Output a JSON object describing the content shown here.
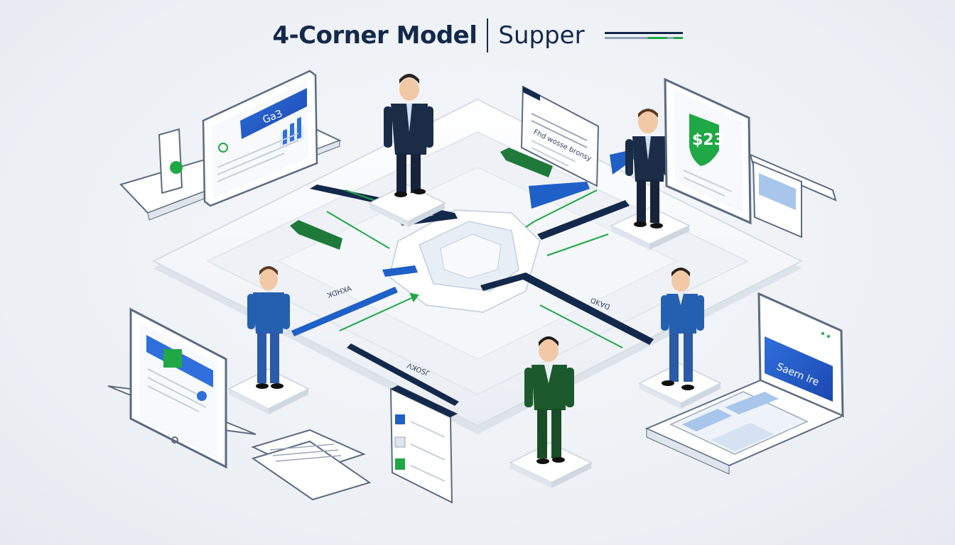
{
  "header": {
    "title_main": "4-Corner Model",
    "title_sub": "Supper"
  },
  "labels": {
    "price_badge": "$23",
    "laptop_screen": "Saern lre",
    "tablet_heading": "GaЗ",
    "doc_line1": "Fhd wosse bronsy",
    "bar_left": "ꓘꓷꓧꓘꓮ",
    "bar_right": "ꓷꓗꓯꓷ",
    "bar_bottom": "ꓥꓘꓳꓢꓩ"
  },
  "colors": {
    "navy": "#13294b",
    "blue": "#1f5fc8",
    "green": "#1fa845",
    "platform": "#ffffff",
    "outline": "#5b6b80"
  }
}
